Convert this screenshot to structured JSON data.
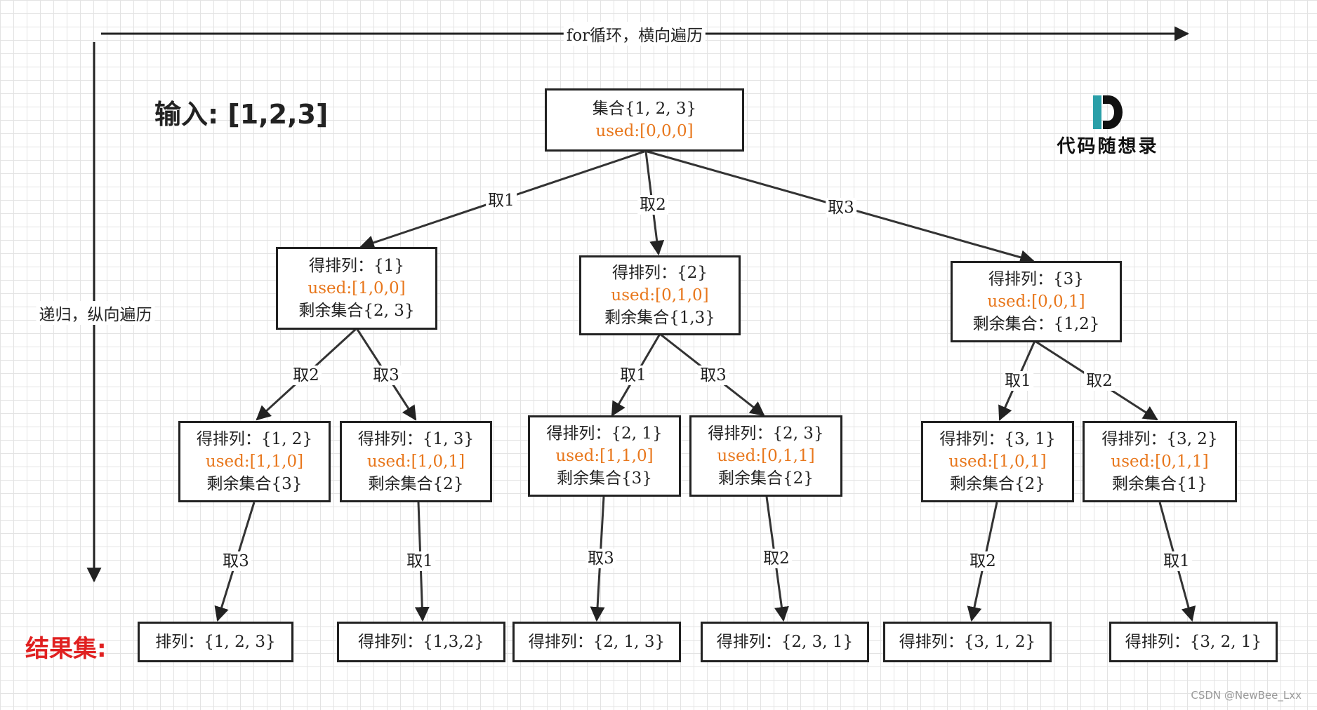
{
  "header": {
    "for_loop_label": "for循环，横向遍历",
    "recursion_label": "递归，纵向遍历",
    "input_label": "输入: [1,2,3]",
    "result_label": "结果集:"
  },
  "logo": {
    "text": "代码随想录"
  },
  "watermark": "CSDN @NewBee_Lxx",
  "tree": {
    "root": {
      "line1": "集合{1, 2, 3}",
      "used": "used:[0,0,0]"
    },
    "level1": [
      {
        "line1": "得排列：{1}",
        "used": "used:[1,0,0]",
        "line3": "剩余集合{2, 3}"
      },
      {
        "line1": "得排列：{2}",
        "used": "used:[0,1,0]",
        "line3": "剩余集合{1,3}"
      },
      {
        "line1": "得排列：{3}",
        "used": "used:[0,0,1]",
        "line3": "剩余集合：{1,2}"
      }
    ],
    "level2": [
      {
        "line1": "得排列：{1, 2}",
        "used": "used:[1,1,0]",
        "line3": "剩余集合{3}"
      },
      {
        "line1": "得排列：{1, 3}",
        "used": "used:[1,0,1]",
        "line3": "剩余集合{2}"
      },
      {
        "line1": "得排列：{2, 1}",
        "used": "used:[1,1,0]",
        "line3": "剩余集合{3}"
      },
      {
        "line1": "得排列：{2, 3}",
        "used": "used:[0,1,1]",
        "line3": "剩余集合{2}"
      },
      {
        "line1": "得排列：{3, 1}",
        "used": "used:[1,0,1]",
        "line3": "剩余集合{2}"
      },
      {
        "line1": "得排列：{3, 2}",
        "used": "used:[0,1,1]",
        "line3": "剩余集合{1}"
      }
    ],
    "results": [
      "排列：{1, 2, 3}",
      "得排列：{1,3,2}",
      "得排列：{2, 1, 3}",
      "得排列：{2, 3, 1}",
      "得排列：{3, 1, 2}",
      "得排列：{3, 2, 1}"
    ],
    "edge_labels": {
      "root_to_l1": [
        "取1",
        "取2",
        "取3"
      ],
      "l1_to_l2": [
        "取2",
        "取3",
        "取1",
        "取3",
        "取1",
        "取2"
      ],
      "l2_to_result": [
        "取3",
        "取1",
        "取3",
        "取2",
        "取2",
        "取1"
      ]
    }
  },
  "colors": {
    "used": "#e8771c",
    "result_label": "#e02020",
    "line": "#333333"
  }
}
